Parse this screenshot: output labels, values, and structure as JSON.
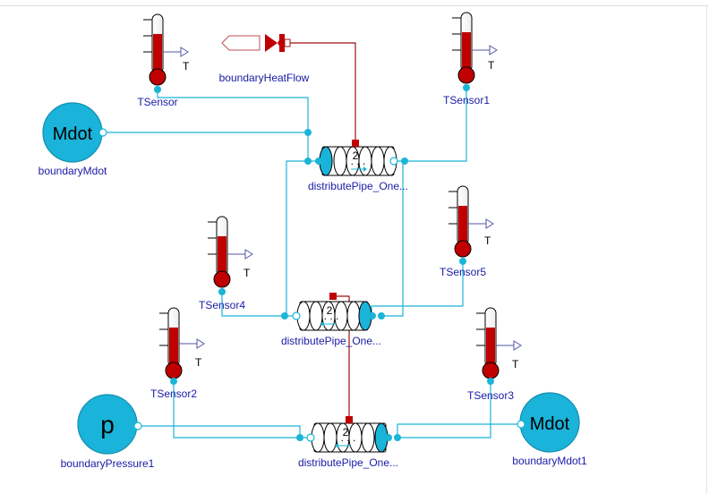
{
  "colors": {
    "connector": "#1ab5d8",
    "heat_line": "#a01010",
    "sensor_fill": "#c00000",
    "label": "#1a1aa6",
    "source_fill": "#1ab3d9"
  },
  "sources": {
    "boundaryMdot": {
      "symbol": "Mdot",
      "label": "boundaryMdot"
    },
    "boundaryPressure1": {
      "symbol": "p",
      "label": "boundaryPressure1"
    },
    "boundaryMdot1": {
      "symbol": "Mdot",
      "label": "boundaryMdot1"
    }
  },
  "heat_flow": {
    "label": "boundaryHeatFlow"
  },
  "sensors": {
    "TSensor": {
      "label": "TSensor",
      "output": "T"
    },
    "TSensor1": {
      "label": "TSensor1",
      "output": "T"
    },
    "TSensor2": {
      "label": "TSensor2",
      "output": "T"
    },
    "TSensor3": {
      "label": "TSensor3",
      "output": "T"
    },
    "TSensor4": {
      "label": "TSensor4",
      "output": "T"
    },
    "TSensor5": {
      "label": "TSensor5",
      "output": "T"
    }
  },
  "pipes": {
    "pipe_top": {
      "label": "distributePipe_One...",
      "count": "2"
    },
    "pipe_mid": {
      "label": "distributePipe_One...",
      "count": "2"
    },
    "pipe_bot": {
      "label": "distributePipe_One...",
      "count": "2"
    }
  }
}
